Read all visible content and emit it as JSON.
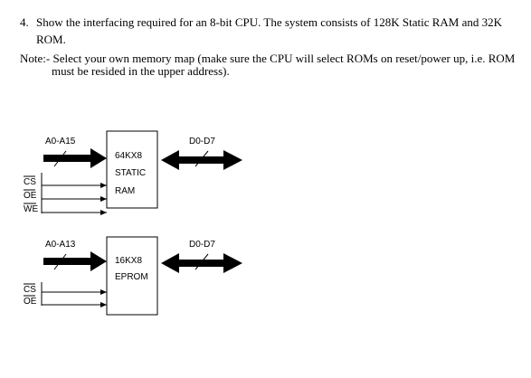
{
  "question": {
    "number": "4.",
    "line1": "Show the interfacing required for an 8-bit CPU.  The system consists of 128K Static RAM and 32K",
    "line2": "ROM."
  },
  "note": {
    "line1": "Note:- Select your own memory map (make sure the CPU will select ROMs on  reset/power up, i.e. ROM",
    "line2": "must be resided in the upper address)."
  },
  "ram_block": {
    "address_label": "A0-A15",
    "data_label": "D0-D7",
    "chip_line1": "64KX8",
    "chip_line2": "STATIC",
    "chip_line3": "RAM",
    "signals": [
      "CS",
      "OE",
      "WE"
    ]
  },
  "rom_block": {
    "address_label": "A0-A13",
    "data_label": "D0-D7",
    "chip_line1": "16KX8",
    "chip_line2": "EPROM",
    "signals": [
      "CS",
      "OE"
    ]
  }
}
